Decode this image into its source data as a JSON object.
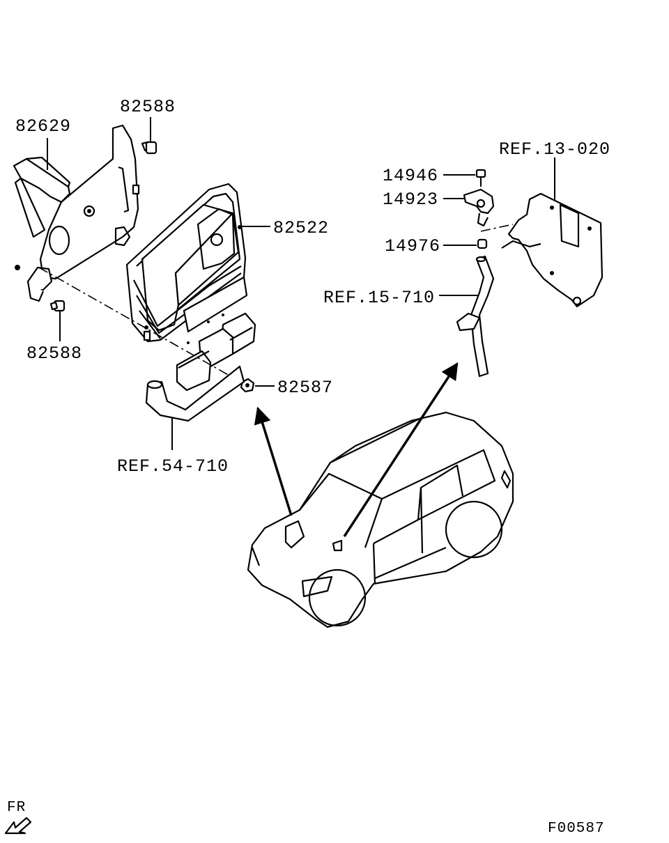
{
  "labels": {
    "bracket": "82629",
    "bolt_top": "82588",
    "bolt_bottom": "82588",
    "ecu": "82522",
    "nut": "82587",
    "harness_ref": "REF.54-710",
    "bolt_sensor": "14946",
    "sensor": "14923",
    "clip": "14976",
    "hose_ref": "REF.15-710",
    "manifold_ref": "REF.13-020"
  },
  "direction_marker": "FR",
  "figure_code": "F00587"
}
